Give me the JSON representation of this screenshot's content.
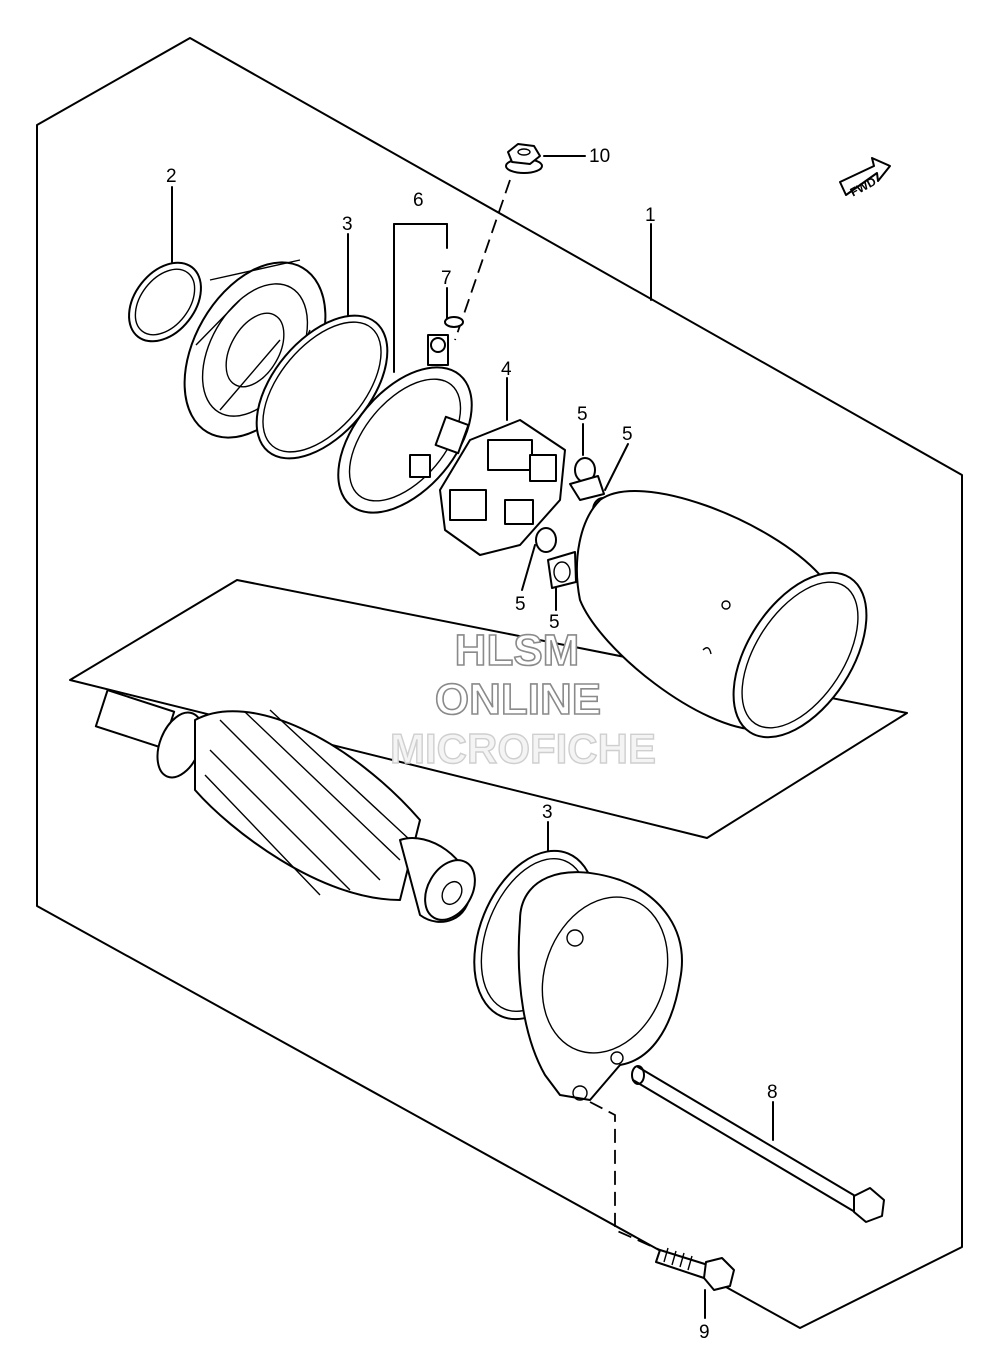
{
  "callouts": {
    "c1": "1",
    "c2": "2",
    "c3a": "3",
    "c3b": "3",
    "c4": "4",
    "c5a": "5",
    "c5b": "5",
    "c5c": "5",
    "c5d": "5",
    "c6": "6",
    "c7": "7",
    "c8": "8",
    "c9": "9",
    "c10": "10"
  },
  "fwd_label": "FWD",
  "watermark": {
    "line1": "HLSM",
    "line2": "ONLINE",
    "line3": "MICROFICHE"
  }
}
